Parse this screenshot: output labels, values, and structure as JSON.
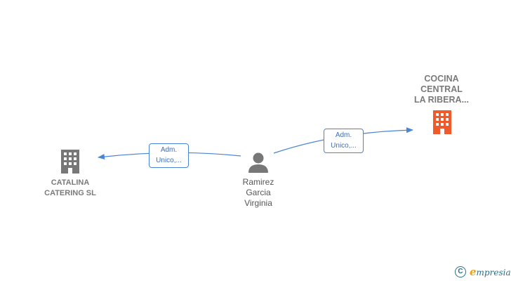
{
  "nodes": {
    "catalina": {
      "label": "CATALINA\nCATERING  SL",
      "color": "#777777"
    },
    "cocina": {
      "label": "COCINA\nCENTRAL\nLA RIBERA...",
      "color": "#f05a2a"
    },
    "ramirez": {
      "label": "Ramirez\nGarcia\nVirginia",
      "color": "#777777"
    }
  },
  "edges": {
    "to_catalina": {
      "line1": "Adm.",
      "line2": "Unico,..."
    },
    "to_cocina": {
      "line1": "Adm.",
      "line2": "Unico,..."
    }
  },
  "colors": {
    "edge": "#4a84d4"
  },
  "footer": {
    "copyright_symbol": "C",
    "brand_initial": "e",
    "brand_rest": "mpresia"
  }
}
